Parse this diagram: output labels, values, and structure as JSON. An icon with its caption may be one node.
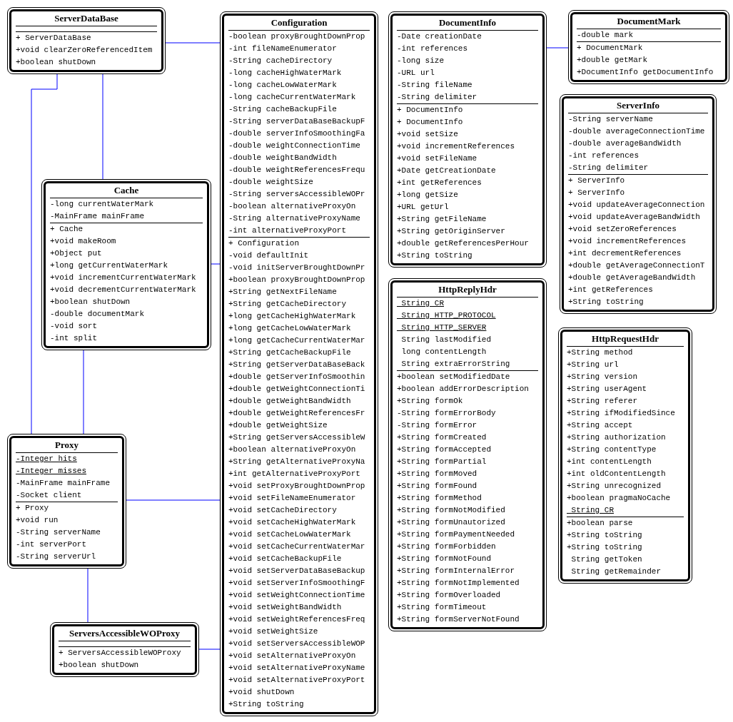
{
  "diagram": {
    "nodes": [
      {
        "text": [
          "ServerDataBase",
          "+ ServerDataBase",
          "+void clearZeroReferencedItem",
          "+boolean shutDown"
        ]
      },
      {
        "text": [
          "Cache",
          "-long currentWaterMark",
          "-MainFrame mainFrame",
          "+ Cache",
          "+void makeRoom",
          "+Object put",
          "+long getCurrentWaterMark",
          "+void incrementCurrentWaterMark",
          "+void decrementCurrentWaterMark",
          "+boolean shutDown",
          "-double documentMark",
          "-void sort",
          "-int split"
        ]
      },
      {
        "text": [
          "Proxy",
          "-Integer hits",
          "-Integer misses",
          "-MainFrame mainFrame",
          "-Socket client",
          "+ Proxy",
          "+void run",
          "-String serverName",
          "-int serverPort",
          "-String serverUrl"
        ]
      },
      {
        "text": [
          "ServersAccessibleWOProxy",
          "+ ServersAccessibleWOProxy",
          "+boolean shutDown"
        ]
      },
      {
        "text": [
          "Configuration",
          "-boolean proxyBroughtDownProp",
          "-int fileNameEnumerator",
          "-String cacheDirectory",
          "-long cacheHighWaterMark",
          "-long cacheLowWaterMark",
          "-long cacheCurrentWaterMark",
          "-String cacheBackupFile",
          "-String serverDataBaseBackupF",
          "-double serverInfoSmoothingFa",
          "-double weightConnectionTime",
          "-double weightBandWidth",
          "-double weightReferencesFrequ",
          "-double weightSize",
          "-String serversAccessibleWOPr",
          "-boolean alternativeProxyOn",
          "-String alternativeProxyName",
          "-int alternativeProxyPort",
          "+ Configuration",
          "-void defaultInit",
          "-void initServerBroughtDownPr",
          "+boolean proxyBroughtDownProp",
          "+String getNextFileName",
          "+String getCacheDirectory",
          "+long getCacheHighWaterMark",
          "+long getCacheLowWaterMark",
          "+long getCacheCurrentWaterMar",
          "+String getCacheBackupFile",
          "+String getServerDataBaseBack",
          "+double getServerInfoSmoothin",
          "+double getWeightConnectionTi",
          "+double getWeightBandWidth",
          "+double getWeightReferencesFr",
          "+double getWeightSize",
          "+String getServersAccessibleW",
          "+boolean alternativeProxyOn",
          "+String getAlternativeProxyNa",
          "+int getAlternativeProxyPort",
          "+void setProxyBroughtDownProp",
          "+void setFileNameEnumerator",
          "+void setCacheDirectory",
          "+void setCacheHighWaterMark",
          "+void setCacheLowWaterMark",
          "+void setCacheCurrentWaterMar",
          "+void setCacheBackupFile",
          "+void setServerDataBaseBackup",
          "+void setServerInfoSmoothingF",
          "+void setWeightConnectionTime",
          "+void setWeightBandWidth",
          "+void setWeightReferencesFreq",
          "+void setWeightSize",
          "+void setServersAccessibleWOP",
          "+void setAlternativeProxyOn",
          "+void setAlternativeProxyName",
          "+void setAlternativeProxyPort",
          "+void shutDown",
          "+String toString"
        ]
      },
      {
        "text": [
          "DocumentInfo",
          "-Date creationDate",
          "-int references",
          "-long size",
          "-URL url",
          "-String fileName",
          "-String delimiter",
          "+ DocumentInfo",
          "+ DocumentInfo",
          "+void setSize",
          "+void incrementReferences",
          "+void setFileName",
          "+Date getCreationDate",
          "+int getReferences",
          "+long getSize",
          "+URL getUrl",
          "+String getFileName",
          "+String getOriginServer",
          "+double getReferencesPerHour",
          "+String toString"
        ]
      },
      {
        "text": [
          "HttpReplyHdr",
          " String CR",
          " String HTTP_PROTOCOL",
          " String HTTP_SERVER",
          " String lastModified",
          " long contentLength",
          " String extraErrorString",
          "+boolean setModifiedDate",
          "+boolean addErrorDescription",
          "+String formOk",
          "-String formErrorBody",
          "-String formError",
          "+String formCreated",
          "+String formAccepted",
          "+String formPartial",
          "+String formMoved",
          "+String formFound",
          "+String formMethod",
          "+String formNotModified",
          "+String formUnautorized",
          "+String formPaymentNeeded",
          "+String formForbidden",
          "+String formNotFound",
          "+String formInternalError",
          "+String formNotImplemented",
          "+String formOverloaded",
          "+String formTimeout",
          "+String formServerNotFound"
        ]
      },
      {
        "text": [
          "DocumentMark",
          "-double mark",
          "+ DocumentMark",
          "+double getMark",
          "+DocumentInfo getDocumentInfo"
        ]
      },
      {
        "text": [
          "ServerInfo",
          "-String serverName",
          "-double averageConnectionTime",
          "-double averageBandWidth",
          "-int references",
          "-String delimiter",
          "+ ServerInfo",
          "+ ServerInfo",
          "+void updateAverageConnection",
          "+void updateAverageBandWidth",
          "+void setZeroReferences",
          "+void incrementReferences",
          "+int decrementReferences",
          "+double getAverageConnectionT",
          "+double getAverageBandWidth",
          "+int getReferences",
          "+String toString"
        ]
      },
      {
        "text": [
          "HttpRequestHdr",
          "+String method",
          "+String url",
          "+String version",
          "+String userAgent",
          "+String referer",
          "+String ifModifiedSince",
          "+String accept",
          "+String authorization",
          "+String contentType",
          "+int contentLength",
          "+int oldContentLength",
          "+String unrecognized",
          "+boolean pragmaNoCache",
          " String CR",
          "+boolean parse",
          "+String toString",
          "+String toString",
          " String getToken",
          " String getRemainder"
        ]
      }
    ],
    "edges": [
      {
        "from": 0,
        "to": 4,
        "arrow": "none"
      },
      {
        "from": 0,
        "to": 2,
        "arrow": "none"
      },
      {
        "from": 0,
        "to": 1,
        "arrow": "none"
      },
      {
        "from": 1,
        "to": 4,
        "arrow": "none"
      },
      {
        "from": 1,
        "to": 2,
        "arrow": "none"
      },
      {
        "from": 2,
        "to": 4,
        "arrow": "none"
      },
      {
        "from": 2,
        "to": 3,
        "arrow": "none"
      },
      {
        "from": 3,
        "to": 4,
        "arrow": "none"
      },
      {
        "from": 5,
        "to": 7,
        "arrow": "none"
      }
    ]
  }
}
